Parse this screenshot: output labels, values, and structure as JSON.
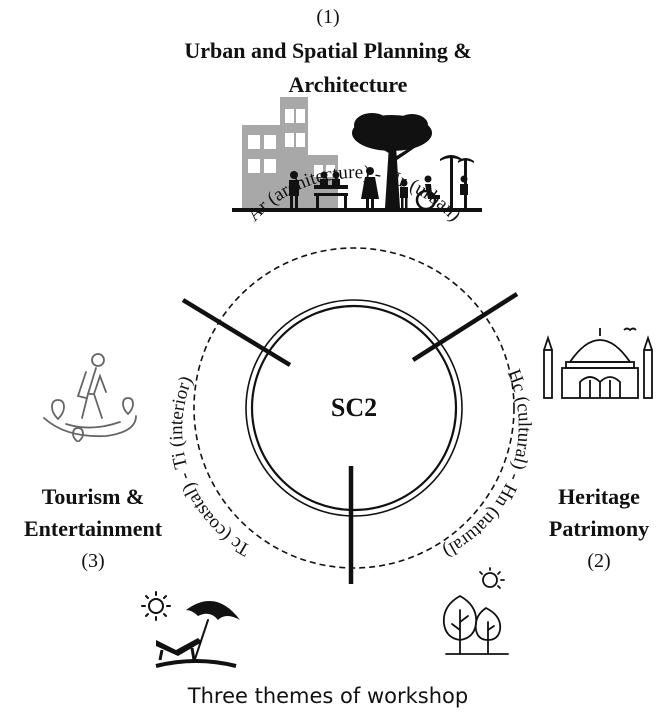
{
  "center_label": "SC2",
  "themes": {
    "urban": {
      "number": "(1)",
      "title_line1": "Urban and Spatial Planning &",
      "title_line2": "Architecture"
    },
    "heritage": {
      "number": "(2)",
      "title_line1": "Heritage",
      "title_line2": "Patrimony"
    },
    "tourism": {
      "number": "(3)",
      "title_line1": "Tourism &",
      "title_line2": "Entertainment"
    }
  },
  "ring_labels": {
    "top": "Ar (architecture) - Ur (urban)",
    "right": "Hc (cultural) - Hn (natural)",
    "left": "Tc (coastal) - Ti (interior)"
  },
  "caption": "Three themes of workshop",
  "icons": {
    "urban": "city-park-icon",
    "heritage": "mosque-icon",
    "nature": "trees-sun-icon",
    "tourism": "hiker-map-icon",
    "beach": "beach-umbrella-icon"
  }
}
